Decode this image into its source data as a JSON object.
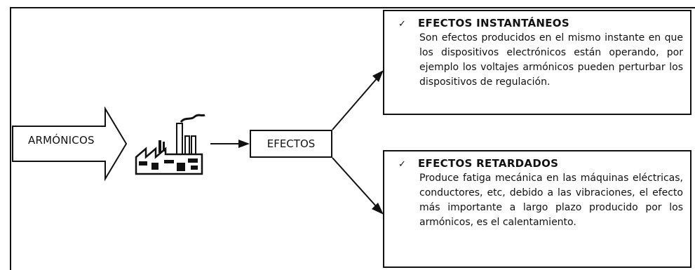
{
  "diagram": {
    "source_label": "ARMÓNICOS",
    "effects_label": "EFECTOS",
    "icons": {
      "factory": "factory-icon"
    },
    "colors": {
      "ink": "#111111",
      "background": "#ffffff"
    },
    "cards": [
      {
        "check": "✓",
        "title": "EFECTOS INSTANTÁNEOS",
        "body": "Son efectos producidos en el mismo instante en que los dispositivos electrónicos están operando, por ejemplo los voltajes armónicos pueden perturbar los dispositivos de regulación."
      },
      {
        "check": "✓",
        "title": "EFECTOS RETARDADOS",
        "body": "Produce fatiga mecánica en las máquinas eléctricas, conductores, etc, debido a las vibraciones, el efecto más importante a largo plazo producido por los armónicos, es el calentamiento."
      }
    ]
  }
}
